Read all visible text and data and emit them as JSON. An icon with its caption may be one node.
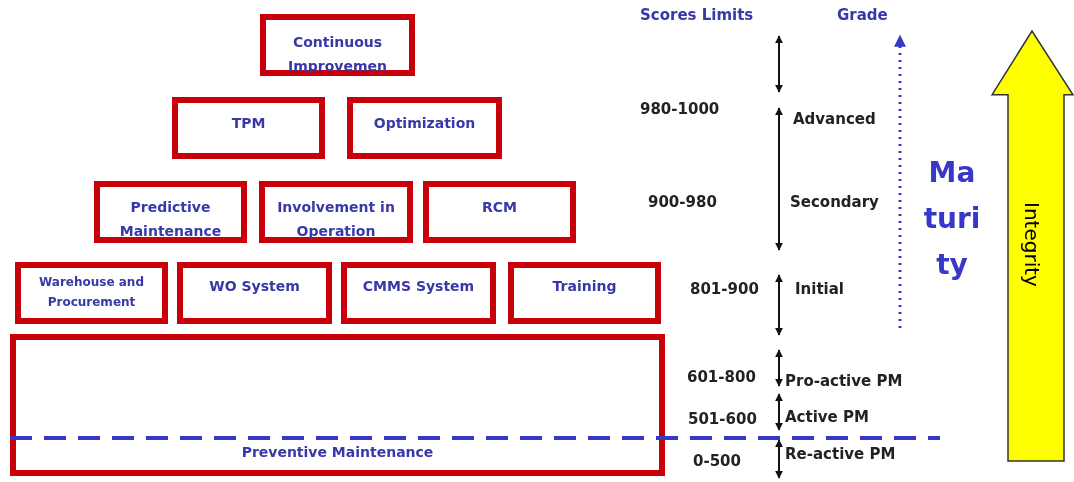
{
  "diagram": {
    "nodes": [
      {
        "text": [
          "Continuous Improvemen"
        ]
      },
      {
        "text": [
          "TPM"
        ]
      },
      {
        "text": [
          "Optimization"
        ]
      },
      {
        "text": [
          "Predictive Maintenance"
        ]
      },
      {
        "text": [
          "Involvement in Operation"
        ]
      },
      {
        "text": [
          "RCM"
        ]
      },
      {
        "text": [
          "Warehouse and Procurement"
        ]
      },
      {
        "text": [
          "WO System"
        ]
      },
      {
        "text": [
          "CMMS System"
        ]
      },
      {
        "text": [
          "Training"
        ]
      },
      {
        "text": [
          "Preventive Maintenance"
        ]
      },
      {
        "text": [
          "Integrity"
        ]
      }
    ],
    "edges": [],
    "labels": [
      "Scores Limits",
      "Grade",
      "980-1000",
      "Advanced",
      "Ma turi ty",
      "900-980",
      "Secondary",
      "801-900",
      "Initial",
      "601-800",
      "Pro-active PM",
      "501-600",
      "Active PM",
      "0-500",
      "Re-active PM"
    ]
  }
}
